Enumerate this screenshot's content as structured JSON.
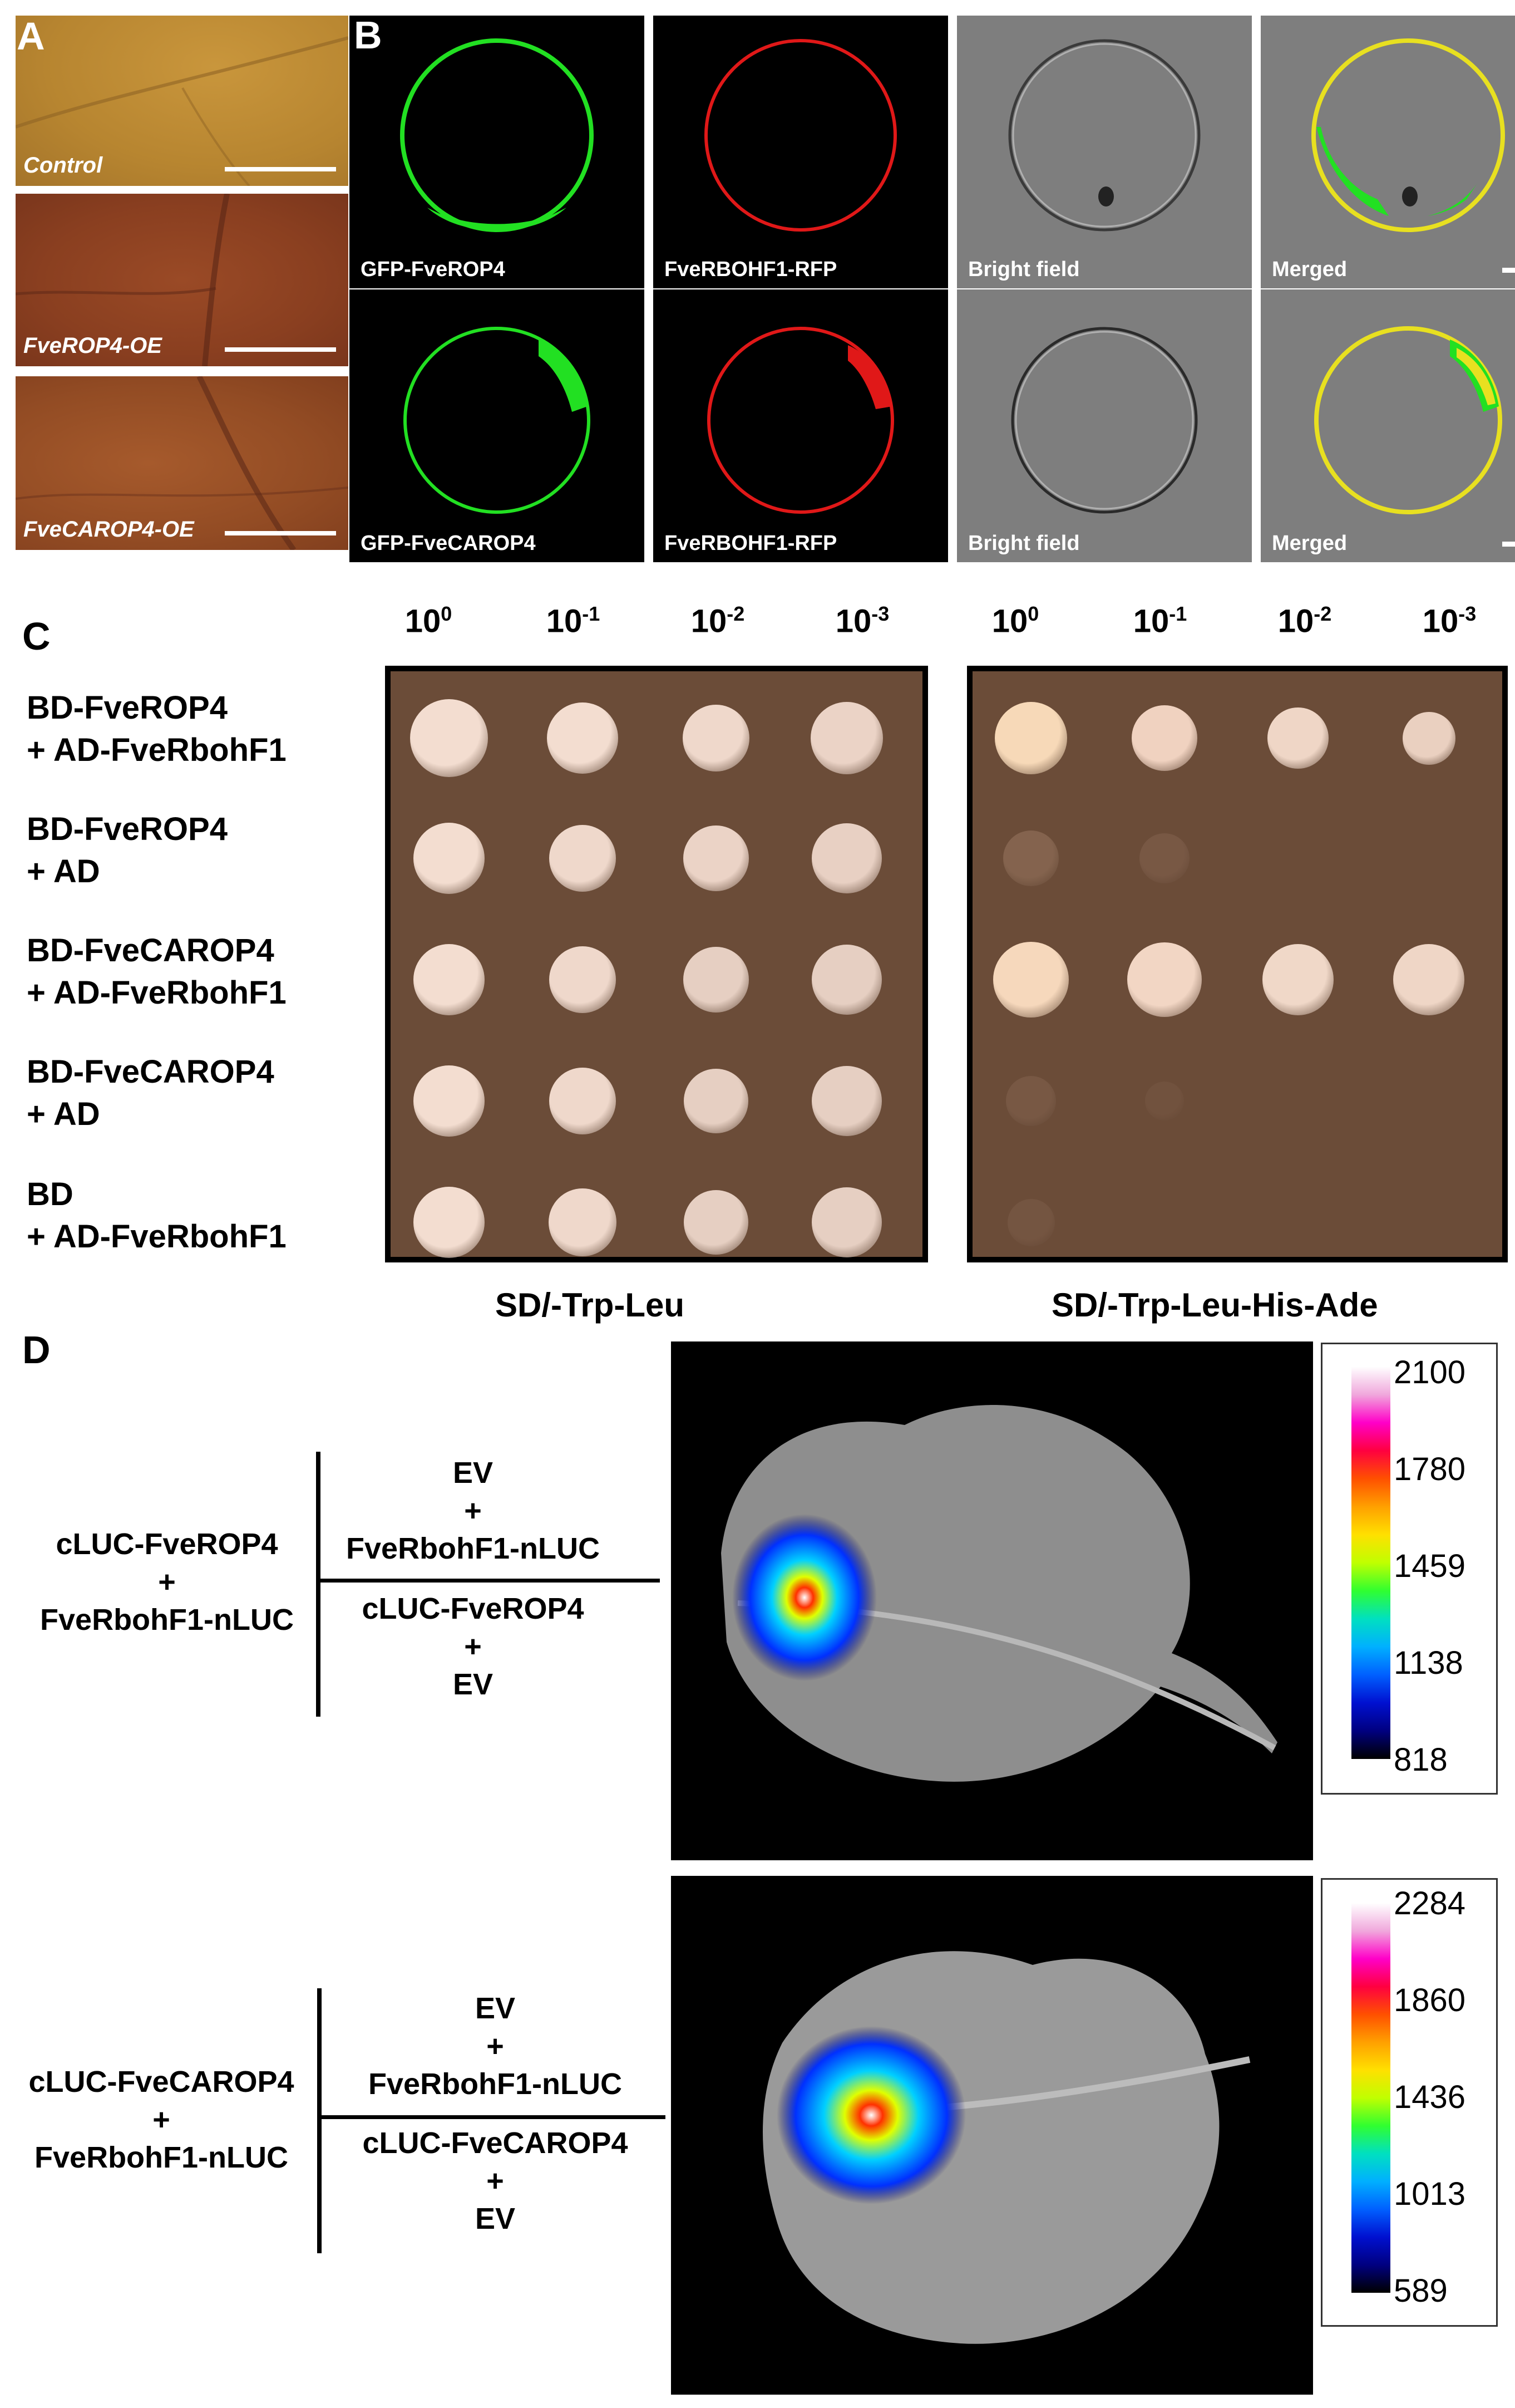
{
  "panel_letters": {
    "a": "A",
    "b": "B",
    "c": "C",
    "d": "D"
  },
  "panel_a": {
    "captions": [
      "Control",
      "FveROP4-OE",
      "FveCAROP4-OE"
    ]
  },
  "panel_b": {
    "row1": [
      "GFP-FveROP4",
      "FveRBOHF1-RFP",
      "Bright field",
      "Merged"
    ],
    "row2": [
      "GFP-FveCAROP4",
      "FveRBOHF1-RFP",
      "Bright field",
      "Merged"
    ]
  },
  "panel_c": {
    "dilutions": [
      {
        "base": "10",
        "exp": "0"
      },
      {
        "base": "10",
        "exp": "-1"
      },
      {
        "base": "10",
        "exp": "-2"
      },
      {
        "base": "10",
        "exp": "-3"
      }
    ],
    "rows": [
      {
        "line1": "BD-FveROP4",
        "line2": "+ AD-FveRbohF1"
      },
      {
        "line1": "BD-FveROP4",
        "line2": "+ AD"
      },
      {
        "line1": "BD-FveCAROP4",
        "line2": "+ AD-FveRbohF1"
      },
      {
        "line1": "BD-FveCAROP4",
        "line2": "+ AD"
      },
      {
        "line1": "BD",
        "line2": "+ AD-FveRbohF1"
      }
    ],
    "media": [
      "SD/-Trp-Leu",
      "SD/-Trp-Leu-His-Ade"
    ]
  },
  "panel_d": {
    "top": {
      "left": {
        "l1": "cLUC-FveROP4",
        "l2": "+",
        "l3": "FveRbohF1-nLUC"
      },
      "upper": {
        "l1": "EV",
        "l2": "+",
        "l3": "FveRbohF1-nLUC"
      },
      "lower": {
        "l1": "cLUC-FveROP4",
        "l2": "+",
        "l3": "EV"
      },
      "scale": [
        "2100",
        "1780",
        "1459",
        "1138",
        "818"
      ]
    },
    "bottom": {
      "left": {
        "l1": "cLUC-FveCAROP4",
        "l2": "+",
        "l3": "FveRbohF1-nLUC"
      },
      "upper": {
        "l1": "EV",
        "l2": "+",
        "l3": "FveRbohF1-nLUC"
      },
      "lower": {
        "l1": "cLUC-FveCAROP4",
        "l2": "+",
        "l3": "EV"
      },
      "scale": [
        "2284",
        "1860",
        "1436",
        "1013",
        "589"
      ]
    },
    "colormap": [
      "#ffffff",
      "#f0a8dc",
      "#ff00c8",
      "#ff0040",
      "#ff5000",
      "#ffa000",
      "#ffe000",
      "#c0ff00",
      "#30ff30",
      "#00e0c0",
      "#00b0ff",
      "#0060ff",
      "#0010d0",
      "#000080",
      "#000000"
    ]
  }
}
